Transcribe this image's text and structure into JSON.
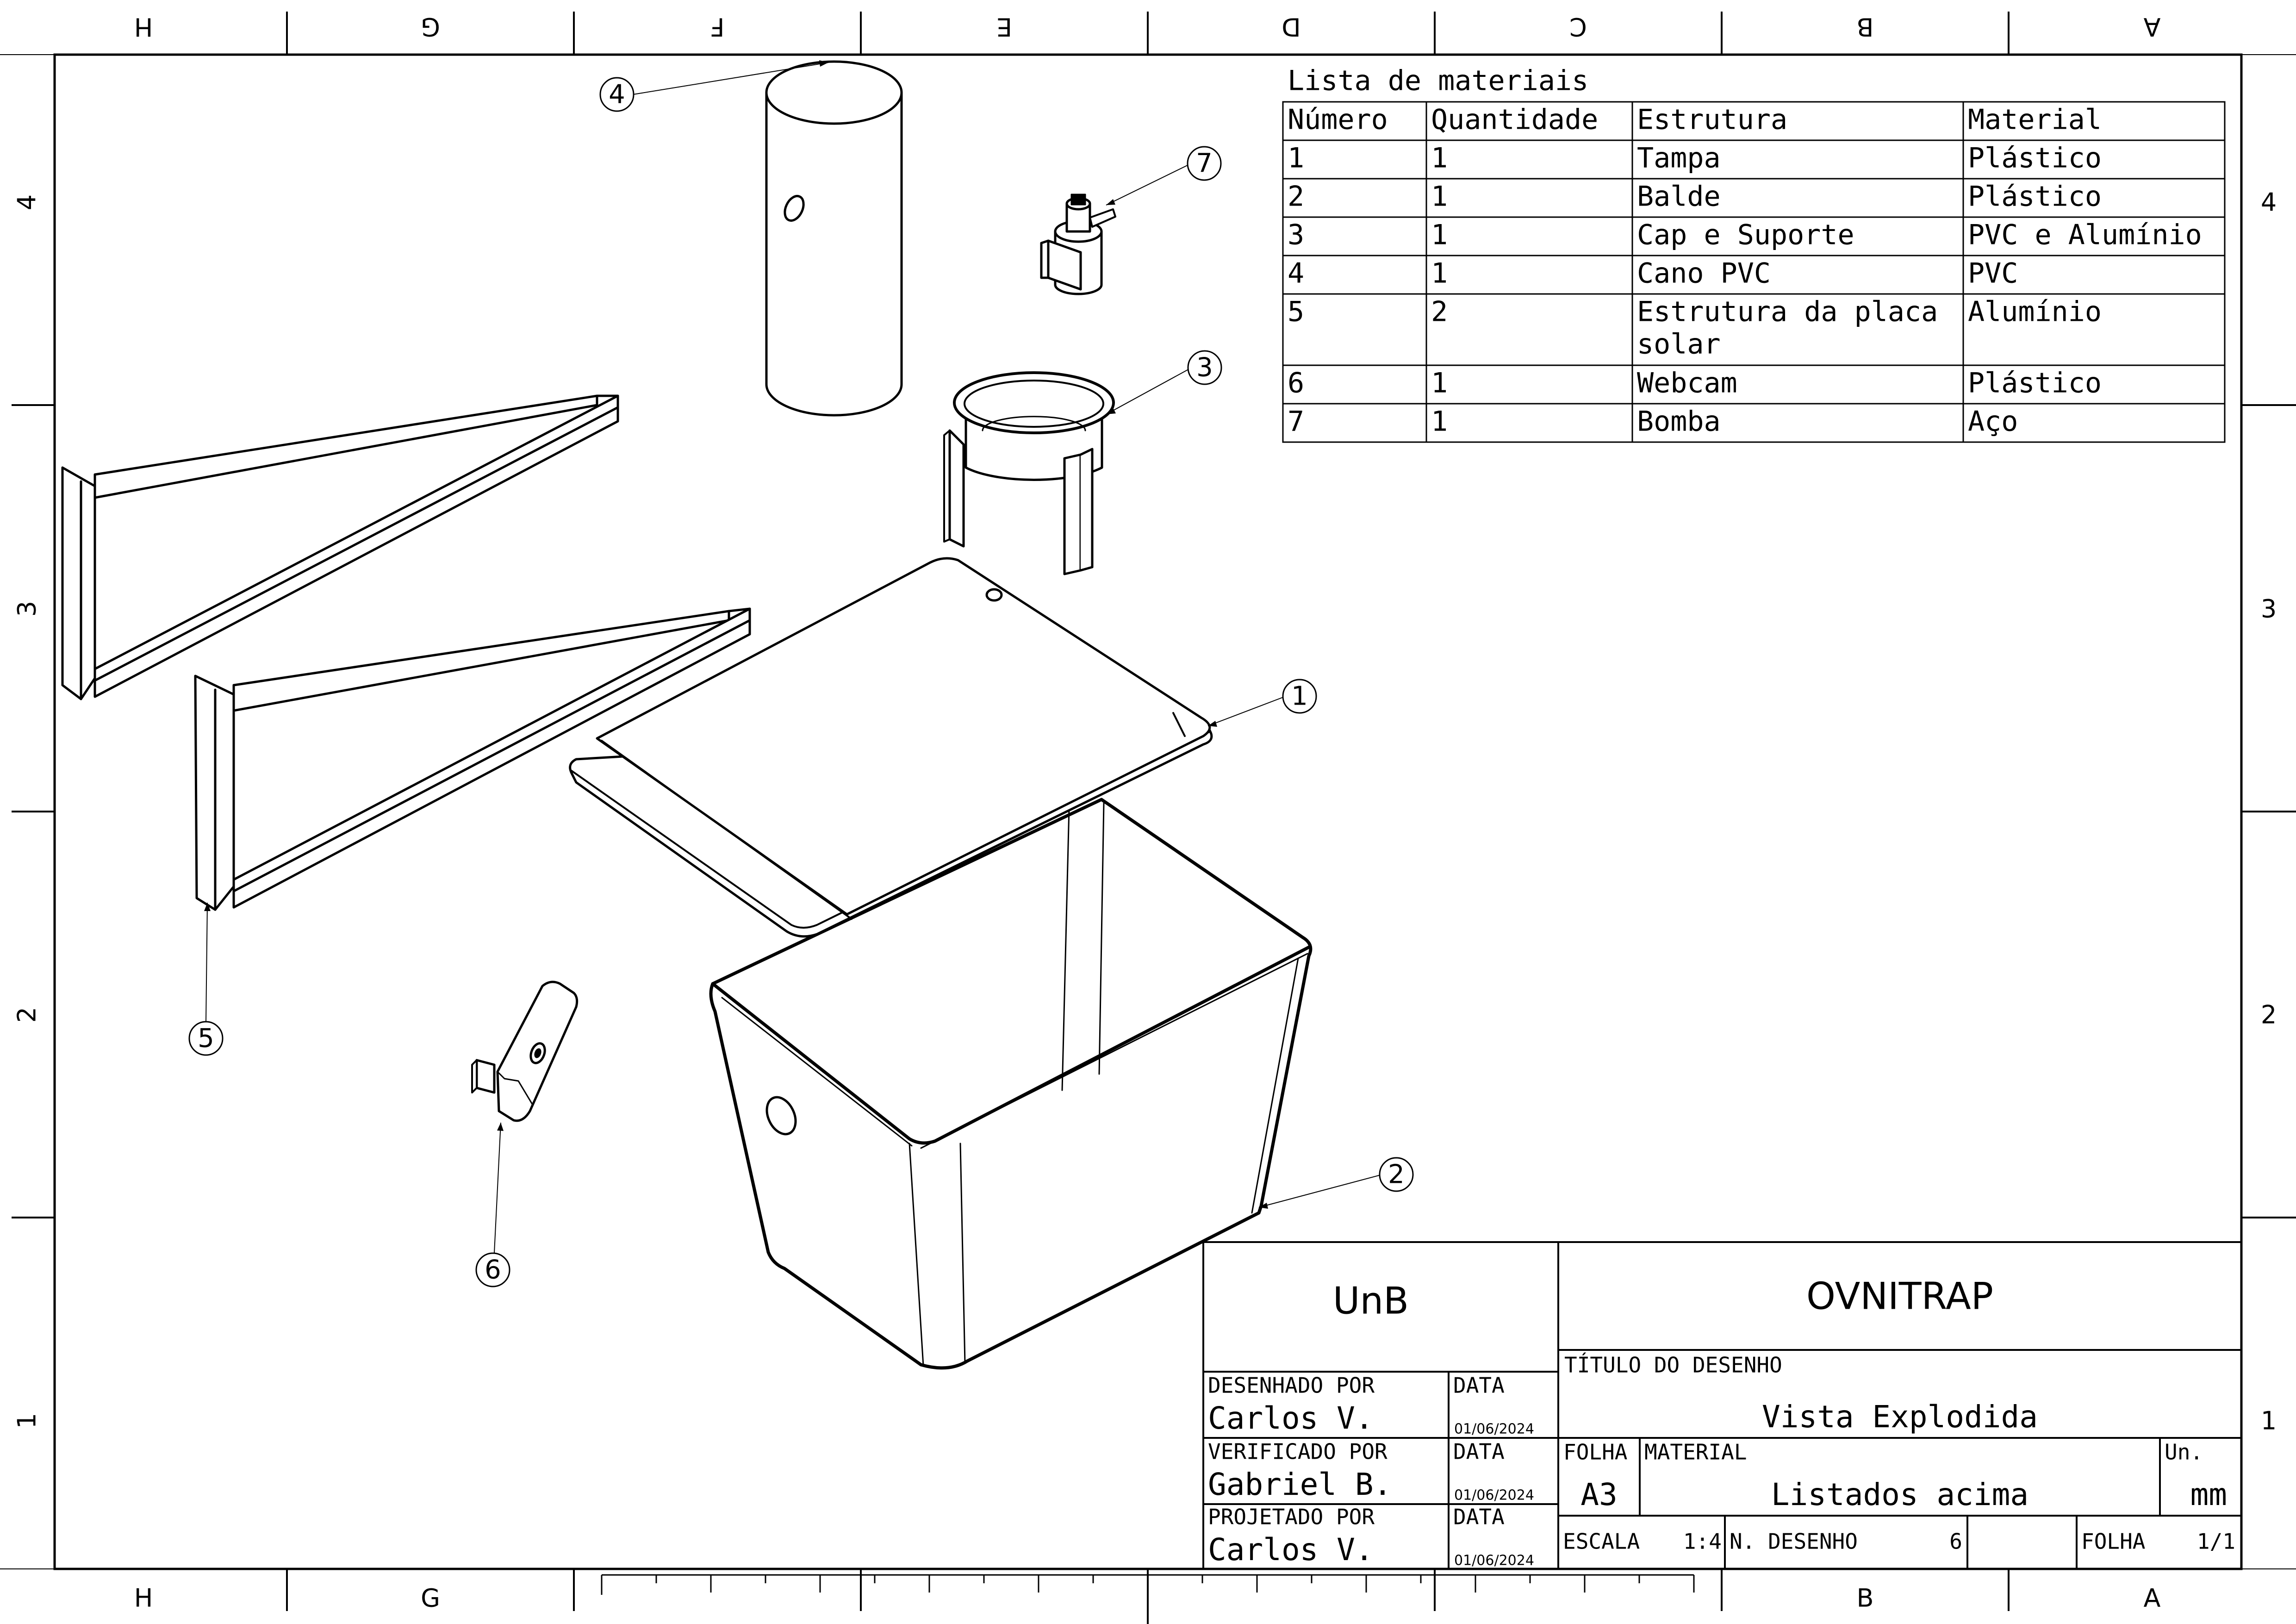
{
  "zones": {
    "columns": [
      "H",
      "G",
      "F",
      "E",
      "D",
      "C",
      "B",
      "A"
    ],
    "rows": [
      "4",
      "3",
      "2",
      "1"
    ]
  },
  "bom": {
    "title": "Lista de materiais",
    "headers": [
      "Número",
      "Quantidade",
      "Estrutura",
      "Material"
    ],
    "rows": [
      {
        "numero": "1",
        "quantidade": "1",
        "estrutura": [
          "Tampa"
        ],
        "material": "Plástico"
      },
      {
        "numero": "2",
        "quantidade": "1",
        "estrutura": [
          "Balde"
        ],
        "material": "Plástico"
      },
      {
        "numero": "3",
        "quantidade": "1",
        "estrutura": [
          "Cap e Suporte"
        ],
        "material": "PVC e Alumínio"
      },
      {
        "numero": "4",
        "quantidade": "1",
        "estrutura": [
          "Cano PVC"
        ],
        "material": "PVC"
      },
      {
        "numero": "5",
        "quantidade": "2",
        "estrutura": [
          "Estrutura da placa",
          "solar"
        ],
        "material": "Alumínio"
      },
      {
        "numero": "6",
        "quantidade": "1",
        "estrutura": [
          "Webcam"
        ],
        "material": "Plástico"
      },
      {
        "numero": "7",
        "quantidade": "1",
        "estrutura": [
          "Bomba"
        ],
        "material": "Aço"
      }
    ]
  },
  "balloons": [
    "1",
    "2",
    "3",
    "4",
    "5",
    "6",
    "7"
  ],
  "title_block": {
    "institution": "UnB",
    "project": "OVNITRAP",
    "drawing_title_label": "TÍTULO DO DESENHO",
    "drawing_title": "Vista Explodida",
    "drawn_by_label": "DESENHADO POR",
    "drawn_by": "Carlos V.",
    "checked_by_label": "VERIFICADO POR",
    "checked_by": "Gabriel B.",
    "designed_by_label": "PROJETADO POR",
    "designed_by": "Carlos V.",
    "date_label": "DATA",
    "date": "01/06/2024",
    "sheet_label": "FOLHA",
    "sheet_size": "A3",
    "material_label": "MATERIAL",
    "material": "Listados acima",
    "unit_label": "Un.",
    "unit": "mm",
    "scale_label": "ESCALA",
    "scale": "1:4",
    "drawing_number_label": "N. DESENHO",
    "drawing_number": "6",
    "page_label": "FOLHA",
    "page": "1/1"
  }
}
